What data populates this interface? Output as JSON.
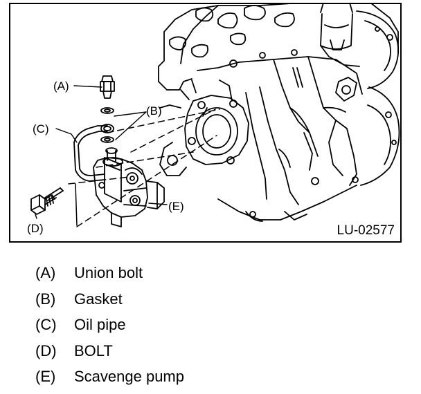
{
  "figure": {
    "code": "LU-02577",
    "callouts": {
      "a": "(A)",
      "b": "(B)",
      "c": "(C)",
      "d": "(D)",
      "e": "(E)"
    }
  },
  "legend": [
    {
      "key": "(A)",
      "text": "Union bolt"
    },
    {
      "key": "(B)",
      "text": "Gasket"
    },
    {
      "key": "(C)",
      "text": "Oil pipe"
    },
    {
      "key": "(D)",
      "text": "BOLT"
    },
    {
      "key": "(E)",
      "text": "Scavenge pump"
    }
  ]
}
